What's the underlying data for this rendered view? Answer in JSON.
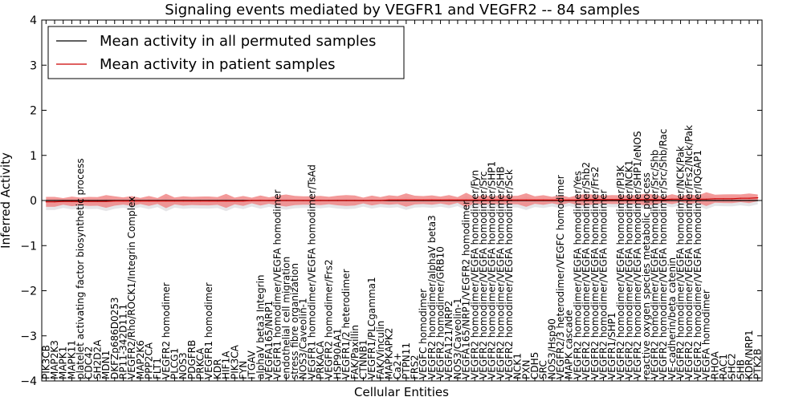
{
  "chart_data": {
    "type": "line",
    "title": "Signaling events mediated by VEGFR1 and VEGFR2 -- 84 samples",
    "xlabel": "Cellular Entities",
    "ylabel": "Inferred Activity",
    "ylim": [
      -4,
      4
    ],
    "yticks": [
      -4,
      -3,
      -2,
      -1,
      0,
      1,
      2,
      3,
      4
    ],
    "grid": false,
    "legend_position": "top-left",
    "colors": {
      "permuted_line": "#000000",
      "patient_line": "#cc0000",
      "patient_band": "#f08080",
      "permuted_band": "#d3d3d8"
    },
    "categories": [
      "PIK3CB",
      "MAP2K3",
      "MAPK1",
      "MAPK11",
      "platelet activating factor biosynthetic process",
      "CDC42",
      "SH2D2A",
      "MDN1",
      "DKFZp686D0253",
      "RP11-342D11.1",
      "VEGFR2/Rho/ROCK1/Integrin Complex",
      "MAP2K6",
      "PPP2CA",
      "FLT1",
      "VEGFR2 homodimer",
      "PLCG1",
      "NOS3",
      "PDGFRB",
      "PRKCA",
      "VEGFR1 homodimer",
      "KDR",
      "HIF1A",
      "PIK3CA",
      "FYN",
      "ITGAV",
      "alphaV beta3 Integrin",
      "VEGFA165/NRP1",
      "VEGFR1 homodimer/VEGFA homodimer",
      "endothelial cell migration",
      "stress fibre organization",
      "NOS3/Caveolin-1",
      "VEGFR1 homodimer/VEGFA homodimer/TsAd",
      "PRKACA",
      "VEGFR2 homodimer/Frs2",
      "HSP90AA1",
      "VEGFR1/2 heterodimer",
      "FAK/Paxillin",
      "CTNNB1",
      "VEGFR1/PLCgamma1",
      "FAK/Vinculin",
      "MAPKAPK2",
      "Ca2+",
      "PTPN11",
      "FRS2",
      "VEGFC homodimer",
      "VEGFR2 homodimer/alphaV beta3",
      "VEGFR2 homodimer/GRB10",
      "VEGFA121/NRP2",
      "NOS3/Caveolin-1",
      "VEGFA165/NRP1/VEGFR2 homodimer",
      "VEGFR2 homodimer/VEGFA homodimer/Fyn",
      "VEGFR2 homodimer/VEGFA homodimer/Src",
      "VEGFR2 homodimer/VEGFA homodimer/SHP1",
      "VEGFR2 homodimer/VEGFA homodimer/SHB",
      "VEGFR2 homodimer/VEGFA homodimer/Sck",
      "NCK1",
      "PXN",
      "CDH5",
      "SRC",
      "NOS3/Hsp90",
      "VEGFR2/3 heterodimer/VEGFC homodimer",
      "MAPK cascade",
      "VEGFR2 homodimer/VEGFA homodimer/Yes",
      "VEGFR2 homodimer/VEGFA homodimer/Shb2",
      "VEGFR2 homodimer/VEGFA homodimer/Frs2",
      "VEGFR2 homodimer/VEGFA homodimer",
      "VEGFR1/SHP1",
      "VEGFR2 homodimer/VEGFA homodimer/PI3K",
      "VEGFR2 homodimer/VEGFA homodimer/NCK1",
      "VEGFR2 homodimer/VEGFA homodimer/SHP1/eNOS",
      "reactive oxygen species metabolic process",
      "VEGFR2 homodimer/VEGFA homodimer/Src/Shb",
      "VEGFR2 homodimer/VEGFA homodimer/Src/Shb/Rac",
      "VE-cadherin/beta catenin",
      "VEGFR2 homodimer/VEGFA homodimer/NCK/Pak",
      "VEGFR2 homodimer/VEGFA homodimer/Frs2/Nck/Pak",
      "VEGFR2 homodimer/VEGFA homodimer/IQGAP1",
      "VEGFA homodimer",
      "RHOA",
      "RAC1",
      "SHC2",
      "SHB",
      "KDR/NRP1",
      "PTK2B"
    ],
    "series": [
      {
        "name": "Mean activity in all permuted samples",
        "values": [
          0,
          0,
          0,
          0,
          0,
          0,
          0,
          0,
          0,
          0,
          0,
          0,
          0,
          0,
          0,
          0,
          0,
          0,
          0,
          0,
          0,
          0,
          0,
          0,
          0,
          0,
          0,
          0,
          0,
          0,
          0,
          0,
          0,
          0,
          0,
          0,
          0,
          0,
          0,
          0,
          0,
          0,
          0,
          0,
          0,
          0,
          0,
          0,
          0,
          0,
          0,
          0,
          0,
          0,
          0,
          0,
          0,
          0,
          0,
          0,
          0,
          0,
          0,
          0,
          0,
          0,
          0,
          0,
          0,
          0,
          0,
          0,
          0,
          0,
          0,
          0,
          0,
          0,
          0,
          0,
          0,
          0,
          0,
          0
        ]
      },
      {
        "name": "Mean activity in patient samples",
        "values": [
          -0.03,
          -0.03,
          -0.02,
          -0.02,
          -0.02,
          -0.02,
          -0.02,
          -0.02,
          -0.01,
          -0.01,
          -0.01,
          -0.01,
          -0.01,
          -0.01,
          -0.01,
          -0.01,
          -0.01,
          -0.01,
          -0.01,
          -0.01,
          -0.01,
          -0.01,
          -0.01,
          -0.01,
          0,
          0,
          0,
          0,
          0,
          0,
          0,
          0,
          0,
          0,
          0,
          0,
          0,
          0,
          0,
          0,
          0.01,
          0.01,
          0.01,
          0.01,
          0.01,
          0.01,
          0.01,
          0.01,
          0.01,
          0.01,
          0.01,
          0.01,
          0.01,
          0.01,
          0.01,
          0.01,
          0.01,
          0.01,
          0.01,
          0.01,
          0.01,
          0.01,
          0.01,
          0.02,
          0.02,
          0.02,
          0.02,
          0.02,
          0.02,
          0.02,
          0.02,
          0.02,
          0.02,
          0.03,
          0.03,
          0.03,
          0.03,
          0.03,
          0.04,
          0.04,
          0.04,
          0.05,
          0.05,
          0.06
        ]
      }
    ]
  }
}
